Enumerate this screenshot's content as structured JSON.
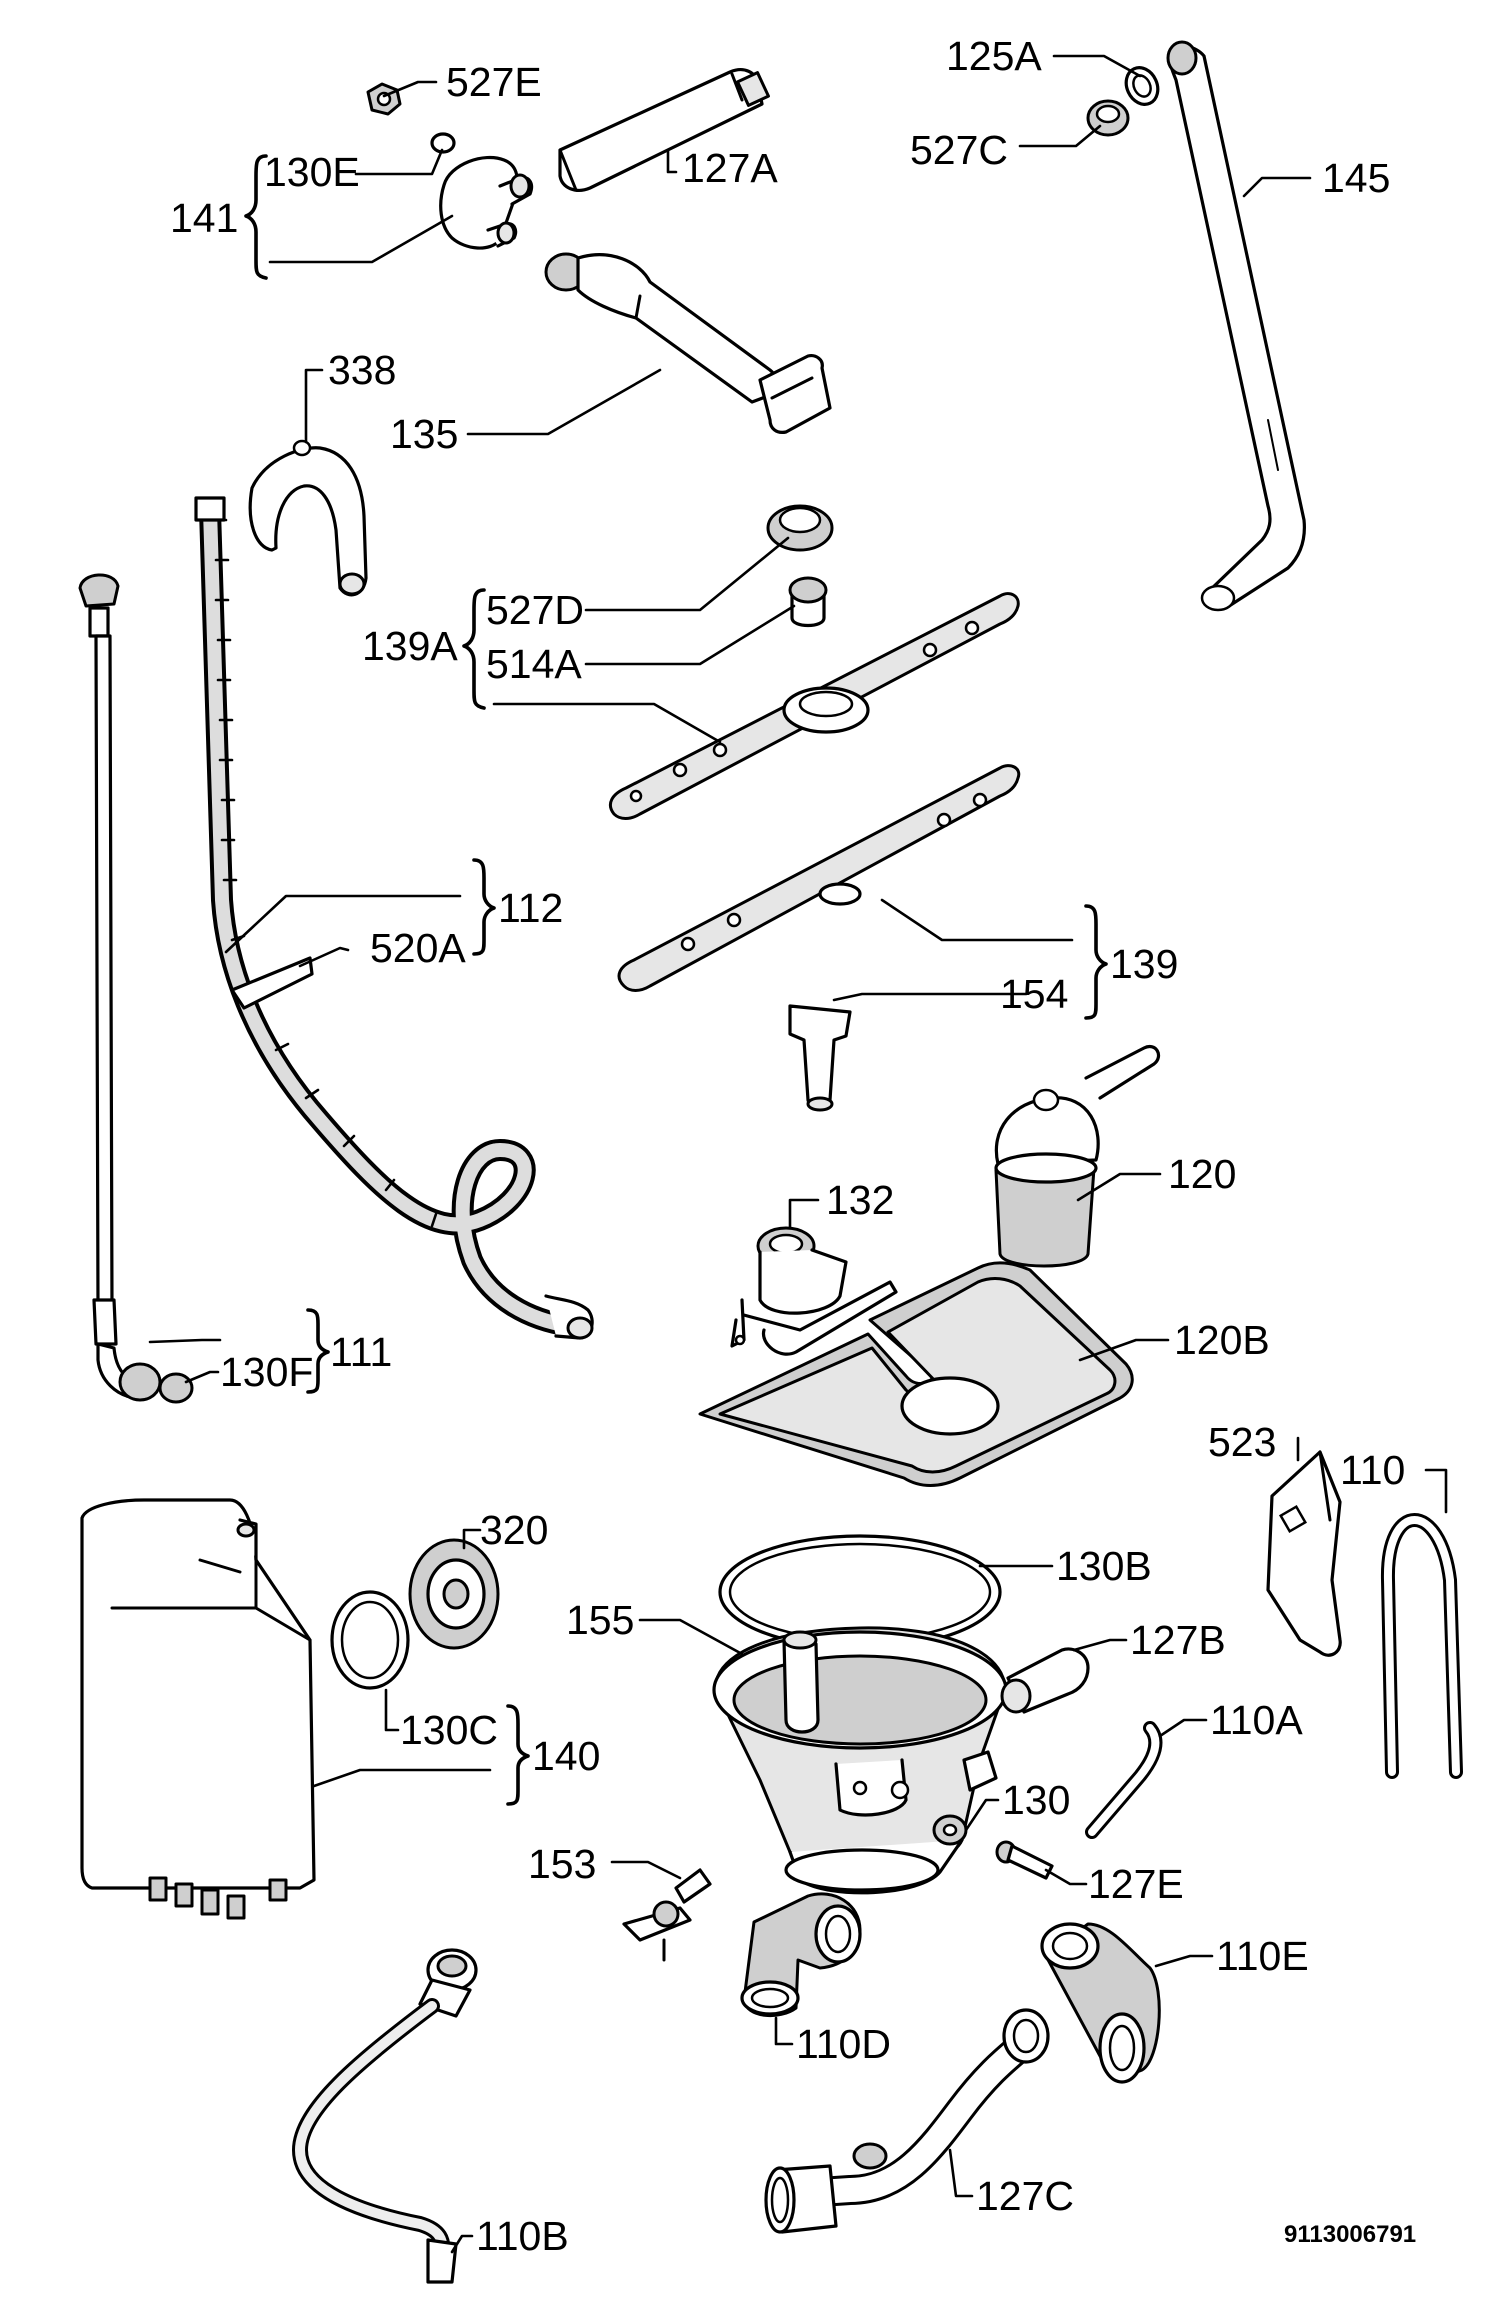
{
  "labels": {
    "l527E": "527E",
    "l130E": "130E",
    "l141": "141",
    "l127A": "127A",
    "l125A": "125A",
    "l527C": "527C",
    "l145": "145",
    "l338": "338",
    "l135": "135",
    "l527D": "527D",
    "l514A": "514A",
    "l139A": "139A",
    "l112": "112",
    "l520A": "520A",
    "l139": "139",
    "l154": "154",
    "l120": "120",
    "l132": "132",
    "l111": "111",
    "l130F": "130F",
    "l120B": "120B",
    "l523": "523",
    "l110": "110",
    "l320": "320",
    "l130B": "130B",
    "l155": "155",
    "l127B": "127B",
    "l130C": "130C",
    "l140": "140",
    "l110A": "110A",
    "l130": "130",
    "l153": "153",
    "l127E": "127E",
    "l110E": "110E",
    "l110D": "110D",
    "l110B": "110B",
    "l127C": "127C"
  },
  "document_number": "9113006791"
}
